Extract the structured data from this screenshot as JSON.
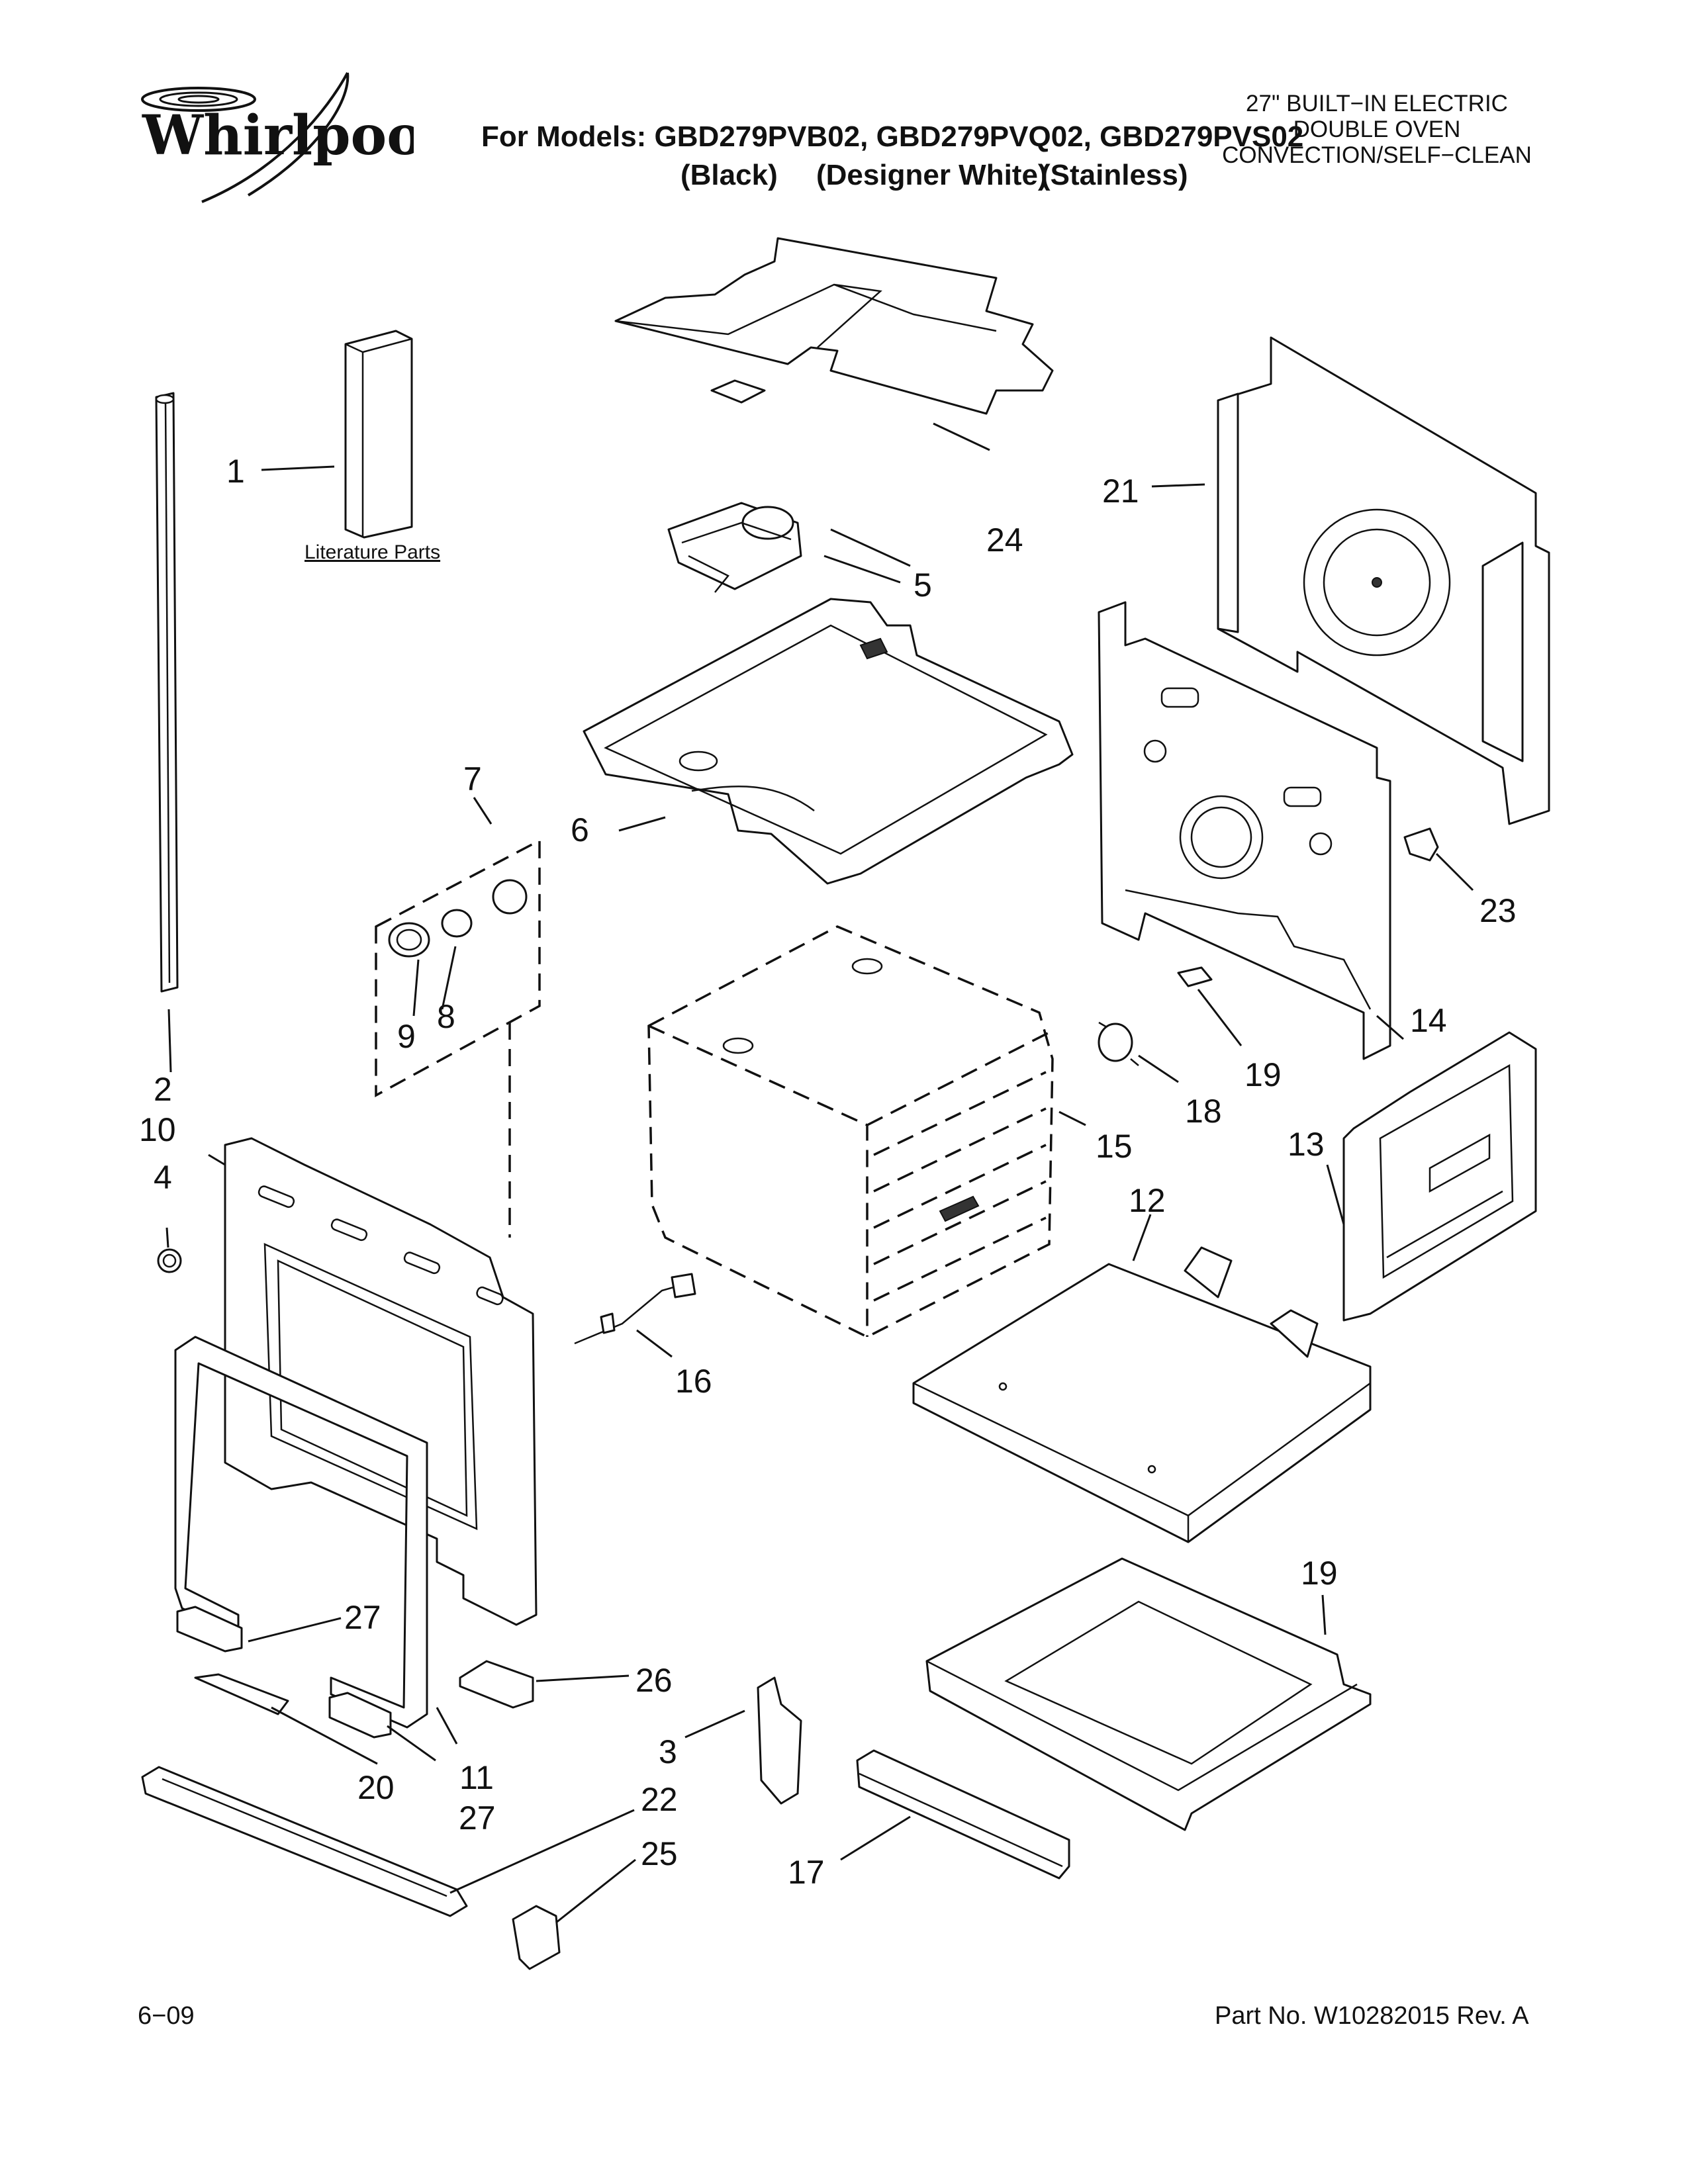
{
  "brand": "Whirlpool",
  "header": {
    "models_line": "For Models: GBD279PVB02, GBD279PVQ02, GBD279PVS02",
    "color_black": "(Black)",
    "color_white": "(Designer White)",
    "color_stainless": "(Stainless)",
    "product_line1": "27\" BUILT−IN ELECTRIC",
    "product_line2": "DOUBLE OVEN",
    "product_line3": "CONVECTION/SELF−CLEAN"
  },
  "literature_label": "Literature Parts",
  "callouts": {
    "c1": "1",
    "c2": "2",
    "c3": "3",
    "c4": "4",
    "c5": "5",
    "c6": "6",
    "c7": "7",
    "c8": "8",
    "c9": "9",
    "c10": "10",
    "c11": "11",
    "c12": "12",
    "c13": "13",
    "c14": "14",
    "c15": "15",
    "c16": "16",
    "c17": "17",
    "c18": "18",
    "c19a": "19",
    "c19b": "19",
    "c20": "20",
    "c21": "21",
    "c22": "22",
    "c23": "23",
    "c24": "24",
    "c25": "25",
    "c26": "26",
    "c27a": "27",
    "c27b": "27"
  },
  "footer": {
    "date": "6−09",
    "part_no": "Part No. W10282015 Rev. A"
  }
}
